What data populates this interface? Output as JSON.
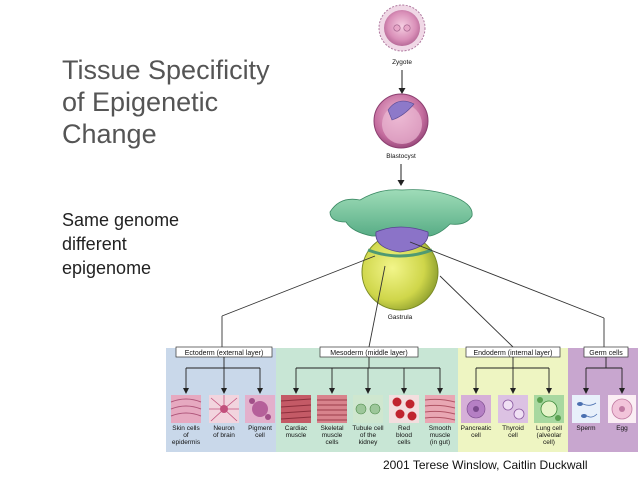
{
  "slide": {
    "title": "Tissue Specificity\nof Epigenetic\nChange",
    "subtitle": "Same genome\ndifferent\nepigenome",
    "credit": "2001 Terese Winslow, Caitlin Duckwall"
  },
  "stages": {
    "zygote": "Zygote",
    "blastocyst": "Blastocyst",
    "gastrula": "Gastrula"
  },
  "germ_layers": [
    {
      "label": "Ectoderm (external layer)",
      "color": "#c9d8ea"
    },
    {
      "label": "Mesoderm (middle layer)",
      "color": "#c8e6d5"
    },
    {
      "label": "Endoderm (internal layer)",
      "color": "#eef5c2"
    },
    {
      "label": "Germ cells",
      "color": "#c8a6cf"
    }
  ],
  "cells": [
    {
      "l1": "Skin cells",
      "l2": "of",
      "l3": "epidermis"
    },
    {
      "l1": "Neuron",
      "l2": "of brain",
      "l3": ""
    },
    {
      "l1": "Pigment",
      "l2": "cell",
      "l3": ""
    },
    {
      "l1": "Cardiac",
      "l2": "muscle",
      "l3": ""
    },
    {
      "l1": "Skeletal",
      "l2": "muscle",
      "l3": "cells"
    },
    {
      "l1": "Tubule cell",
      "l2": "of the",
      "l3": "kidney"
    },
    {
      "l1": "Red",
      "l2": "blood",
      "l3": "cells"
    },
    {
      "l1": "Smooth",
      "l2": "muscle",
      "l3": "(in gut)"
    },
    {
      "l1": "Pancreatic",
      "l2": "cell",
      "l3": ""
    },
    {
      "l1": "Thyroid",
      "l2": "cell",
      "l3": ""
    },
    {
      "l1": "Lung cell",
      "l2": "(alveolar",
      "l3": "cell)"
    },
    {
      "l1": "Sperm",
      "l2": "",
      "l3": ""
    },
    {
      "l1": "Egg",
      "l2": "",
      "l3": ""
    }
  ]
}
